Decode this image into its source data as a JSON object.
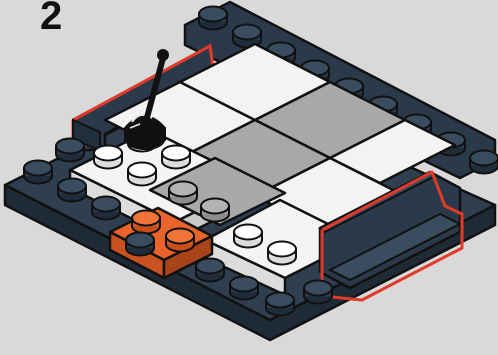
{
  "step": {
    "number": "2"
  },
  "colors": {
    "background": "#d9d9d9",
    "plate": "#2b3a4a",
    "plate_top": "#35475a",
    "outline": "#111111",
    "tile_white": "#f4f4f4",
    "tile_gray": "#a9a9a9",
    "tile_light": "#ececec",
    "brick_orange": "#e8642a",
    "lever_black": "#111111",
    "highlight_red": "#e23a2a"
  },
  "parts": [
    {
      "name": "base-plate",
      "color": "dark-blue-gray"
    },
    {
      "name": "lever",
      "color": "black"
    },
    {
      "name": "plate-1x2-orange",
      "color": "orange"
    },
    {
      "name": "tile-gray",
      "color": "gray"
    },
    {
      "name": "plate-white",
      "color": "white"
    },
    {
      "name": "wall-left",
      "color": "dark-blue-gray"
    },
    {
      "name": "wall-right",
      "color": "dark-blue-gray"
    }
  ]
}
